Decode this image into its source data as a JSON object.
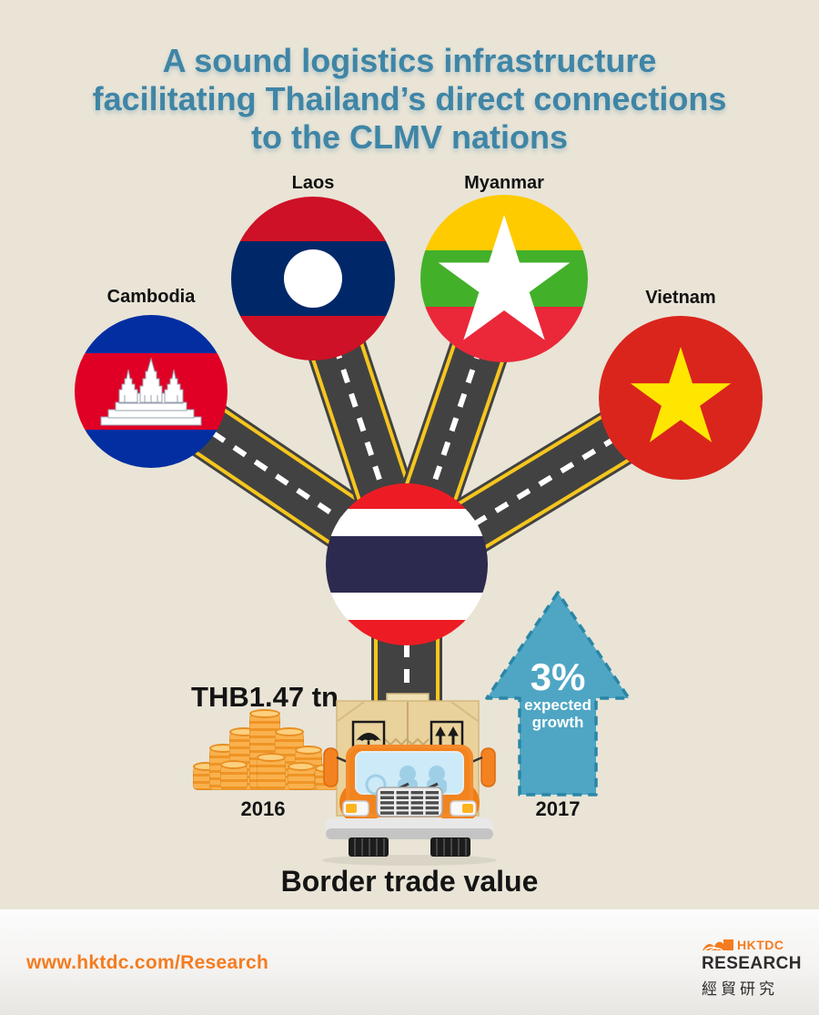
{
  "title": {
    "lines": [
      "A sound logistics infrastructure",
      "facilitating Thailand’s direct connections",
      "to the CLMV nations"
    ]
  },
  "countries": [
    {
      "label": "Cambodia",
      "flag": {
        "type": "tricolor-temple",
        "colors": [
          "#032ea1",
          "#e00025",
          "#032ea1"
        ],
        "emblem": "angkor-wat",
        "emblem_color": "#ffffff"
      }
    },
    {
      "label": "Laos",
      "flag": {
        "type": "tricolor-disc",
        "colors": [
          "#ce1126",
          "#002868",
          "#ce1126"
        ],
        "emblem": "white-disc",
        "emblem_color": "#ffffff"
      }
    },
    {
      "label": "Myanmar",
      "flag": {
        "type": "tricolor-star",
        "colors": [
          "#fecb00",
          "#43b02a",
          "#ea2839"
        ],
        "emblem": "five-point-star",
        "emblem_color": "#ffffff"
      }
    },
    {
      "label": "Vietnam",
      "flag": {
        "type": "star-field",
        "colors": [
          "#da251d"
        ],
        "emblem": "five-point-star",
        "emblem_color": "#ffe600"
      }
    }
  ],
  "hub": {
    "country": "Thailand",
    "flag_colors": [
      "#ed1c24",
      "#ffffff",
      "#2d2a4f",
      "#ffffff",
      "#ed1c24"
    ]
  },
  "trade": {
    "caption": "Border trade value",
    "value": "THB1.47 tn",
    "value_year": "2016",
    "growth": "3%",
    "growth_caption": [
      "expected",
      "growth"
    ],
    "growth_year": "2017"
  },
  "truck": {
    "box_icons": [
      "umbrella-keep-dry-icon",
      "this-way-up-icon"
    ]
  },
  "footer": {
    "url": "www.hktdc.com/Research",
    "logo": {
      "brand": "HKTDC",
      "line1": "RESEARCH",
      "line2": "經貿研究"
    }
  },
  "colors": {
    "background": "#e9e4d6",
    "title_blue": "#3f85a6",
    "road_asphalt": "#424242",
    "road_yellow": "#f6c61e",
    "arrow_blue": "#4fa6c4",
    "arrow_border": "#2a86a6",
    "accent_orange": "#f47c20",
    "coin_gold": "#f9b14e",
    "text_dark": "#141414",
    "footer_bg": "#f6f5f2"
  }
}
